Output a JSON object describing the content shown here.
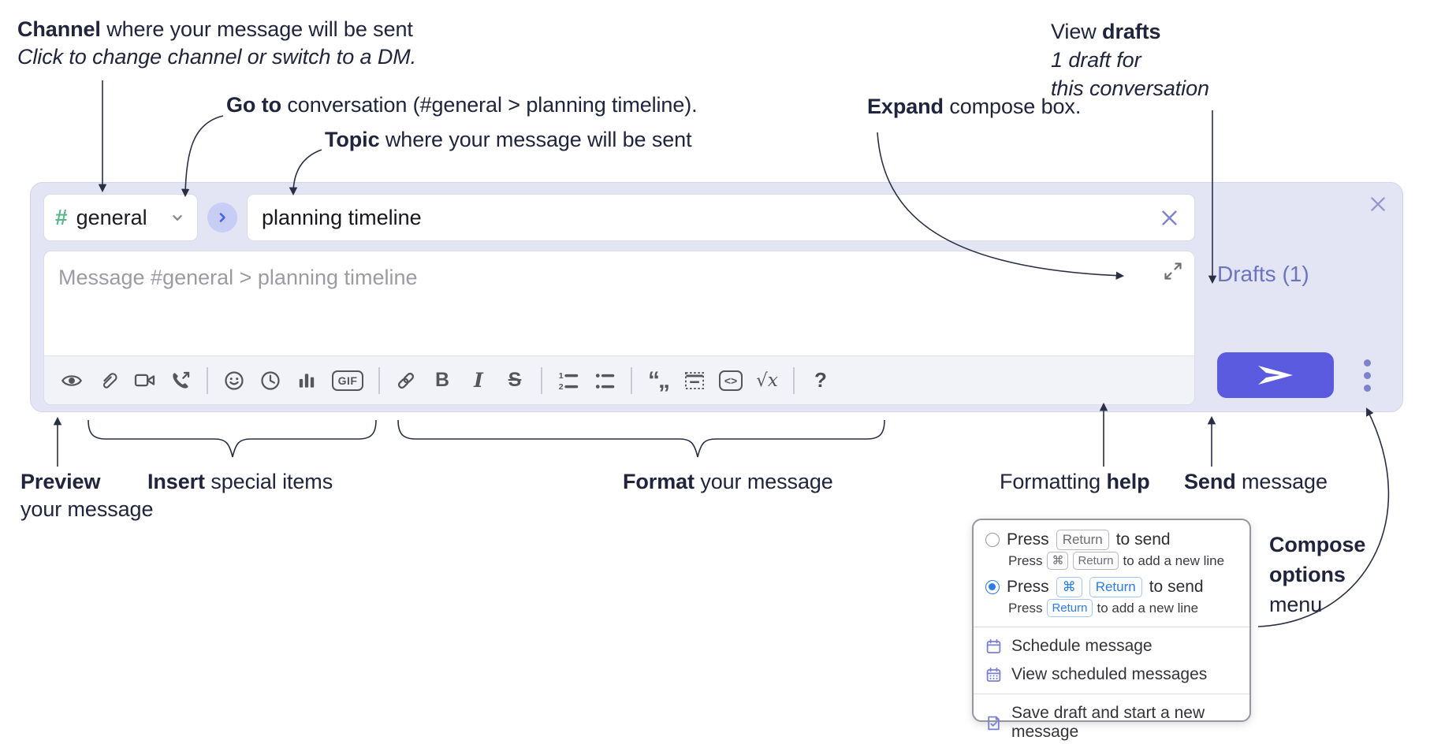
{
  "annotations": {
    "channel": {
      "bold": "Channel",
      "rest": " where your message will be sent",
      "sub": "Click to change channel or switch to a DM."
    },
    "goto": {
      "bold": "Go to",
      "rest": " conversation (#general > planning timeline)."
    },
    "topic": {
      "bold": "Topic",
      "rest": " where your message will be sent"
    },
    "expand": {
      "bold": "Expand",
      "rest": " compose box."
    },
    "view_drafts": {
      "pre": "View ",
      "bold": "drafts",
      "line2": "1 draft for",
      "line3": "this conversation"
    },
    "preview": {
      "bold": "Preview",
      "line2": "your message"
    },
    "insert": {
      "bold": "Insert",
      "rest": " special items"
    },
    "format": {
      "bold": "Format",
      "rest": " your message"
    },
    "formatting_help": {
      "pre": "Formatting ",
      "bold": "help"
    },
    "send": {
      "bold": "Send",
      "rest": " message"
    },
    "compose_options": {
      "line1": "Compose",
      "line2": "options",
      "line3": "menu"
    }
  },
  "compose": {
    "channel_hash": "#",
    "channel_name": "general",
    "topic_value": "planning timeline",
    "message_placeholder": "Message #general > planning timeline",
    "drafts_link": "Drafts (1)",
    "gif_label": "GIF",
    "bold_label": "B",
    "italic_label": "I",
    "strike_label": "S",
    "code_label": "<>",
    "math_label": "√x",
    "help_label": "?",
    "toolbar_icons": [
      "preview-eye",
      "attach-file",
      "video-call",
      "voice-call",
      "emoji",
      "global-time",
      "poll",
      "gif",
      "link",
      "bold",
      "italic",
      "strikethrough",
      "numbered-list",
      "bulleted-list",
      "quote",
      "spoiler",
      "code",
      "math",
      "help"
    ]
  },
  "menu": {
    "radio_options": [
      {
        "selected": false,
        "main": {
          "pre": "Press",
          "keys": [
            "Return"
          ],
          "post": "to send"
        },
        "sub": {
          "pre": "Press",
          "keys": [
            "⌘",
            "Return"
          ],
          "post": "to add a new line"
        }
      },
      {
        "selected": true,
        "main": {
          "pre": "Press",
          "keys": [
            "⌘",
            "Return"
          ],
          "post": "to send"
        },
        "sub": {
          "pre": "Press",
          "keys": [
            "Return"
          ],
          "post": "to add a new line"
        }
      }
    ],
    "items": [
      {
        "icon": "schedule-calendar-icon",
        "label": "Schedule message"
      },
      {
        "icon": "view-scheduled-icon",
        "label": "View scheduled messages"
      },
      {
        "icon": "save-draft-icon",
        "label": "Save draft and start a new message"
      }
    ]
  },
  "colors": {
    "compose_bg": "#e3e5f4",
    "send_button": "#5b5be0",
    "drafts_link": "#6b74bd",
    "channel_hash": "#57b98a",
    "key_blue": "#2b7de9",
    "icon_gray": "#55555a",
    "annotation_text": "#20243c"
  }
}
